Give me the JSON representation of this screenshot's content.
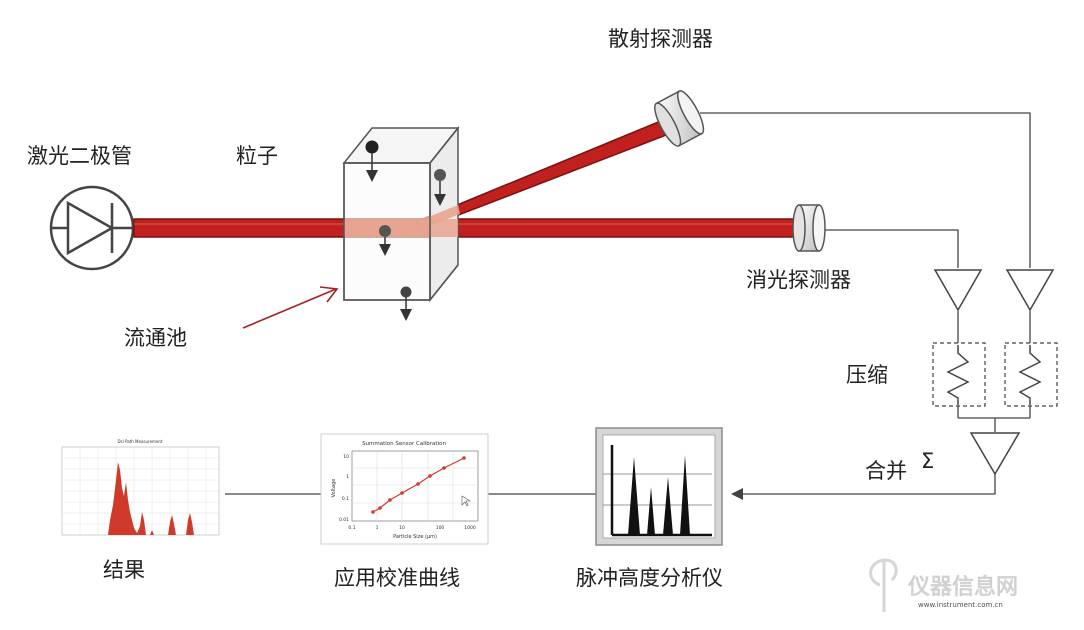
{
  "labels": {
    "laser_diode": "激光二极管",
    "particle": "粒子",
    "scatter_detector": "散射探测器",
    "extinction_detector": "消光探测器",
    "flow_cell": "流通池",
    "compression": "压缩",
    "merge": "合并",
    "merge_symbol": "Σ",
    "result": "结果",
    "calibration_curve": "应用校准曲线",
    "pulse_height_analyzer": "脉冲高度分析仪"
  },
  "thumbnails": {
    "result_title": "Dsl Path Measurement",
    "calibration_title": "Summation Sensor Calibration",
    "calibration_ylabel": "Voltage",
    "calibration_xlabel": "Particle Size (µm)",
    "calibration_yticks": [
      "10",
      "1",
      "0.1",
      "0.01"
    ],
    "calibration_xticks": [
      "0.1",
      "1",
      "10",
      "100",
      "1000"
    ]
  },
  "watermark": {
    "text": "仪器信息网",
    "subtext": "www.instrument.com.cn"
  },
  "colors": {
    "beam": "#c0201e",
    "beam_dark": "#7a1010",
    "line": "#3a3a3a",
    "arrow_red": "#a82020",
    "plot_red": "#d03a2a"
  }
}
